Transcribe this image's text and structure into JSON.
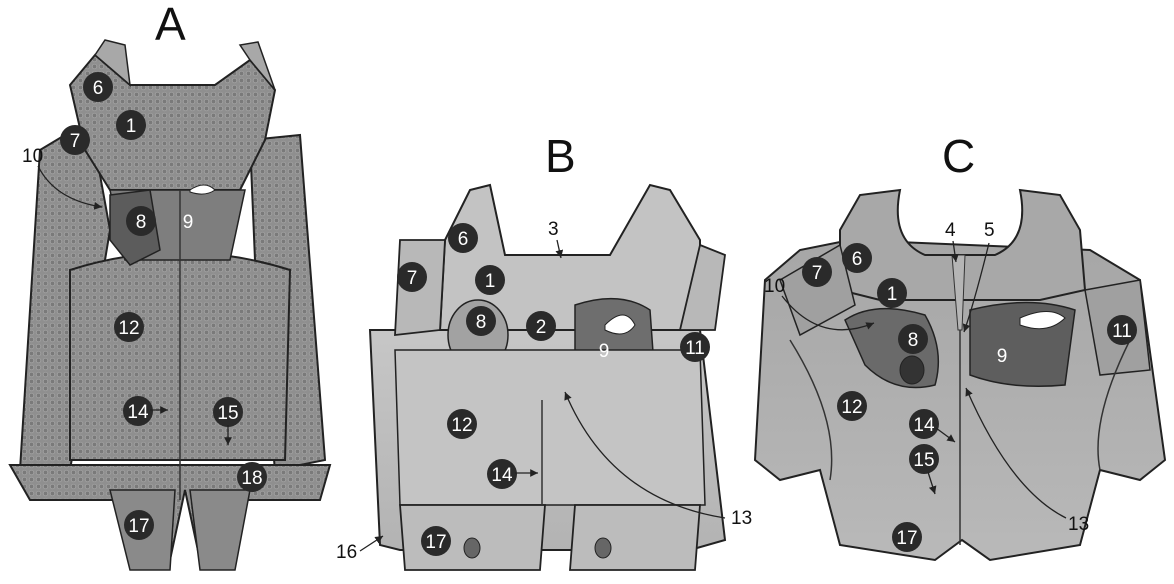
{
  "panels": [
    {
      "letter": "A",
      "markers": [
        "6",
        "1",
        "7",
        "8",
        "9",
        "12",
        "14",
        "15",
        "18",
        "17"
      ],
      "plain_labels": [
        "10"
      ]
    },
    {
      "letter": "B",
      "markers": [
        "6",
        "7",
        "1",
        "8",
        "2",
        "9",
        "11",
        "12",
        "14",
        "17"
      ],
      "plain_labels": [
        "3",
        "13",
        "16"
      ]
    },
    {
      "letter": "C",
      "markers": [
        "7",
        "6",
        "1",
        "8",
        "9",
        "11",
        "12",
        "14",
        "15",
        "17"
      ],
      "plain_labels": [
        "4",
        "5",
        "10",
        "13"
      ]
    }
  ],
  "colors": {
    "marker_fill": "#2a2a2a",
    "plate_light": "#bdbdbd",
    "plate_mid": "#9a9a9a",
    "plate_dark": "#6e6e6e",
    "outline": "#222222"
  }
}
